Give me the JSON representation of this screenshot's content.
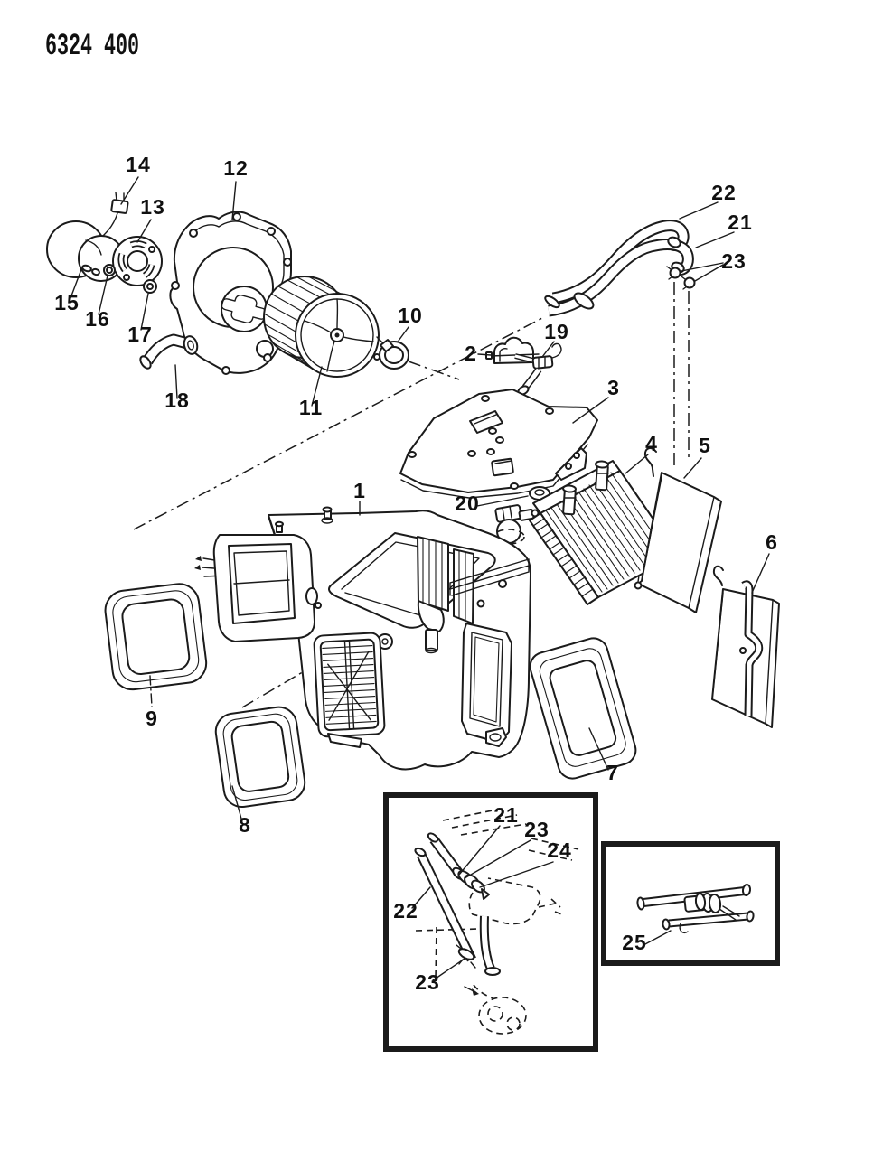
{
  "page": {
    "background": "#ffffff",
    "ink": "#1b1b1b"
  },
  "header": {
    "part_code": "6324 400"
  },
  "callouts": [
    {
      "label": "14"
    },
    {
      "label": "12"
    },
    {
      "label": "22"
    },
    {
      "label": "21"
    },
    {
      "label": "23"
    },
    {
      "label": "13"
    },
    {
      "label": "15"
    },
    {
      "label": "16"
    },
    {
      "label": "17"
    },
    {
      "label": "10"
    },
    {
      "label": "2"
    },
    {
      "label": "19"
    },
    {
      "label": "18"
    },
    {
      "label": "11"
    },
    {
      "label": "3"
    },
    {
      "label": "4"
    },
    {
      "label": "5"
    },
    {
      "label": "1"
    },
    {
      "label": "20"
    },
    {
      "label": "6"
    },
    {
      "label": "9"
    },
    {
      "label": "7"
    },
    {
      "label": "8"
    },
    {
      "label": "21"
    },
    {
      "label": "23"
    },
    {
      "label": "24"
    },
    {
      "label": "22"
    },
    {
      "label": "23"
    },
    {
      "label": "25"
    }
  ]
}
